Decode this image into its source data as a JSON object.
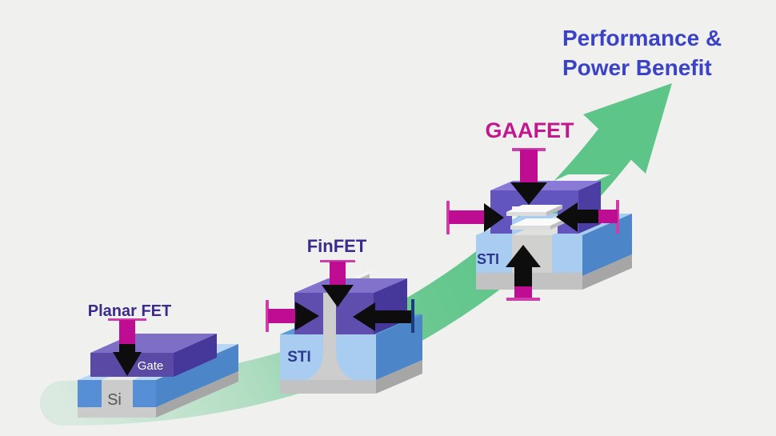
{
  "title": {
    "line1": "Performance &",
    "line2": "Power Benefit"
  },
  "stages": [
    {
      "label": "Planar FET",
      "parts": {
        "gate": "Gate",
        "substrate": "Si"
      }
    },
    {
      "label": "FinFET",
      "parts": {
        "isolation": "STI"
      }
    },
    {
      "label": "GAAFET",
      "parts": {
        "isolation": "STI"
      }
    }
  ],
  "colors": {
    "background": "#f0f0ef",
    "title_blue": "#3a43c7",
    "stage_label_indigo": "#3b2b8d",
    "gaafet_label_magenta": "#c2188e",
    "growth_green": "#5ec588",
    "arrow_magenta": "#bf0d93",
    "arrow_magenta_light": "#cf3ea8",
    "arrow_black": "#0d0d0d",
    "sti_text_blue": "#2b3a8f",
    "gate_text_white": "#ffffff",
    "si_text_gray": "#565656"
  },
  "icons": {
    "growth_arrow": "diagonal-up-right-arrow",
    "gate_field_arrows": "inward-pressure-arrows"
  }
}
